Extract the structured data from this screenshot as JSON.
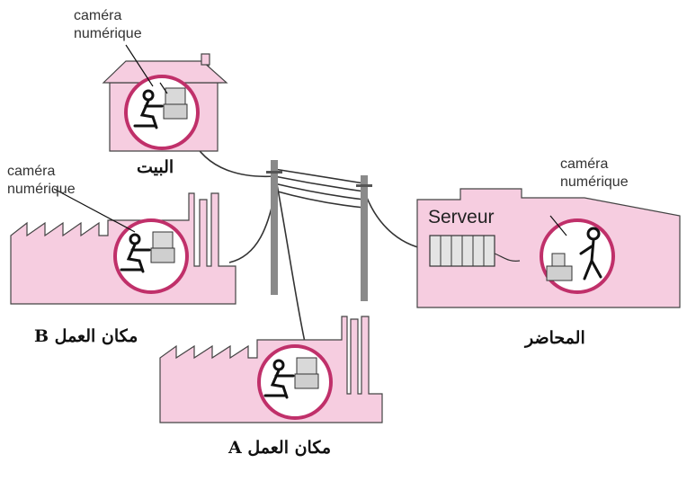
{
  "labels": {
    "camera_home": [
      "caméra",
      "numérique"
    ],
    "camera_workplace_b": [
      "caméra",
      "numérique"
    ],
    "camera_lecturer": [
      "caméra",
      "numérique"
    ],
    "server": "Serveur",
    "home": "البيت",
    "workplace_b": "مكان العمل B",
    "workplace_a": "مكان العمل A",
    "lecturer": "المحاضر"
  },
  "colors": {
    "building_fill": "#f6cde0",
    "building_stroke": "#444444",
    "circle_stroke": "#c0306a",
    "pole": "#888888",
    "cable": "#333333",
    "equipment": "#d9d9d9"
  },
  "icons": [
    "house-building",
    "factory-building",
    "lecture-hall-building",
    "telephone-pole",
    "server-rack",
    "person-at-computer",
    "lecturer-with-camera"
  ]
}
